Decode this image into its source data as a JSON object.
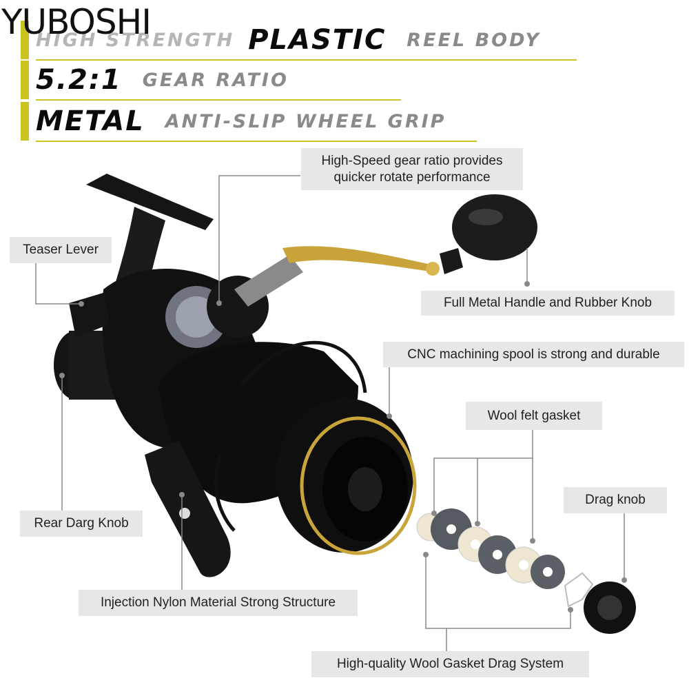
{
  "brand": "YUBOSHI",
  "features": [
    {
      "big": "PLASTIC",
      "prefix": "HIGH STRENGTH",
      "suffix": "REEL BODY"
    },
    {
      "big": "5.2:1",
      "suffix": "GEAR RATIO"
    },
    {
      "big": "METAL",
      "suffix": "ANTI-SLIP WHEEL GRIP"
    }
  ],
  "callouts": {
    "high_speed": "High-Speed gear ratio provides quicker rotate performance",
    "teaser_lever": "Teaser Lever",
    "full_metal_handle": "Full Metal Handle and Rubber Knob",
    "cnc_spool": "CNC machining spool is strong and durable",
    "wool_felt": "Wool felt gasket",
    "drag_knob": "Drag knob",
    "rear_drag": "Rear Darg Knob",
    "injection_nylon": "Injection Nylon Material Strong Structure",
    "wool_gasket_system": "High-quality Wool Gasket Drag System"
  },
  "colors": {
    "accent": "#c9c21f",
    "label_bg": "#e7e7e7",
    "reel_gold": "#c8a43a"
  }
}
